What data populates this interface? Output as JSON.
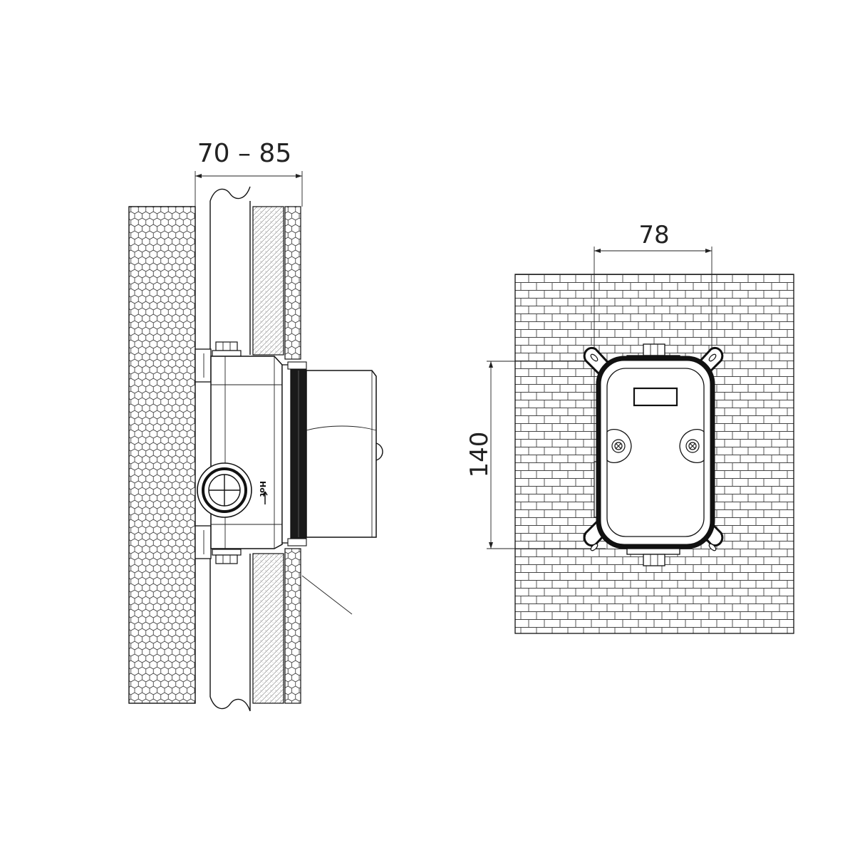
{
  "side_view": {
    "depth_dimension": "70 – 85",
    "hot_label": "Hot"
  },
  "front_view": {
    "width_dimension": "78",
    "height_dimension": "140"
  }
}
